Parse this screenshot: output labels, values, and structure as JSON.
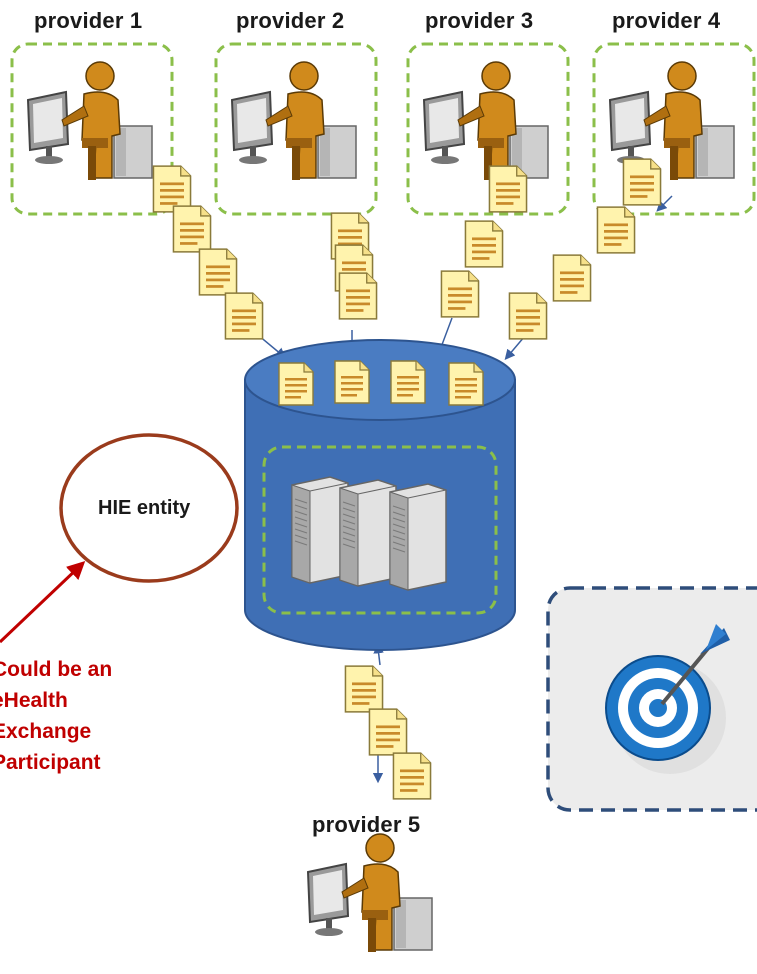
{
  "providers": [
    {
      "label": "provider 1"
    },
    {
      "label": "provider 2"
    },
    {
      "label": "provider 3"
    },
    {
      "label": "provider 4"
    },
    {
      "label": "provider 5"
    }
  ],
  "hie": {
    "label": "HIE entity"
  },
  "note": {
    "lines": [
      "Could be an",
      "eHealth",
      "Exchange",
      "Participant"
    ]
  },
  "colors": {
    "cylinder": "#3f6fb5",
    "cylinder_top": "#4a7cc2",
    "dashed_green": "#8bbf4a",
    "note_red": "#c00000",
    "circle_brown": "#9a3b1c",
    "person_orange": "#d08a1c",
    "document_yellow": "#fff2a8"
  },
  "icons": [
    "person-at-computer-icon",
    "document-icon",
    "server-icon",
    "target-dart-icon",
    "arrow-icon"
  ]
}
